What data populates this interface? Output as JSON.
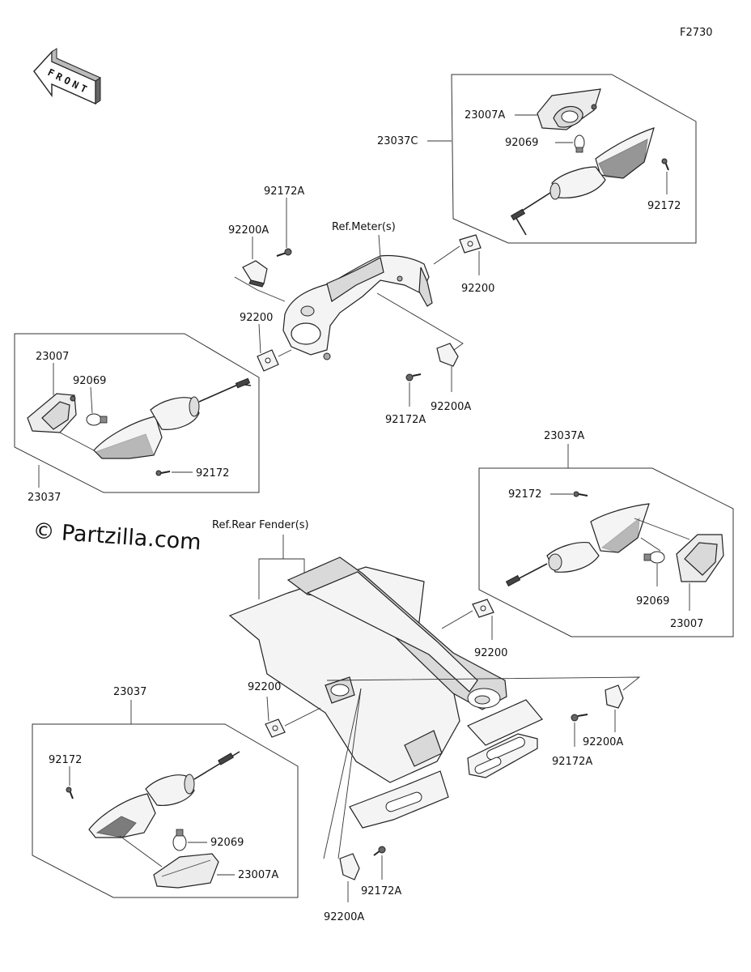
{
  "figure_code": "F2730",
  "front_label": "FRONT",
  "watermark": "© Partzilla.com",
  "references": {
    "meter": "Ref.Meter(s)",
    "rear_fender": "Ref.Rear Fender(s)"
  },
  "labels": {
    "fr_assy": "23037C",
    "fr_lens": "23007A",
    "fr_bulb": "92069",
    "fr_screw": "92172",
    "fr_gasket": "92200",
    "meter_bracket_l": "92200A",
    "meter_bolt_l": "92172A",
    "meter_gasket": "92200",
    "meter_bolt_r": "92172A",
    "meter_bracket_r": "92200A",
    "fl_lens": "23007",
    "fl_bulb": "92069",
    "fl_screw": "92172",
    "fl_assy": "23037",
    "rr_assy": "23037A",
    "rr_screw": "92172",
    "rr_bulb": "92069",
    "rr_lens": "23007",
    "rr_gasket": "92200",
    "fender_bracket_r": "92200A",
    "fender_bolt_r": "92172A",
    "rl_assy": "23037",
    "rl_gasket": "92200",
    "rl_screw": "92172",
    "rl_bulb": "92069",
    "rl_lens": "23007A",
    "fender_bolt_l": "92172A",
    "fender_bracket_l": "92200A"
  }
}
